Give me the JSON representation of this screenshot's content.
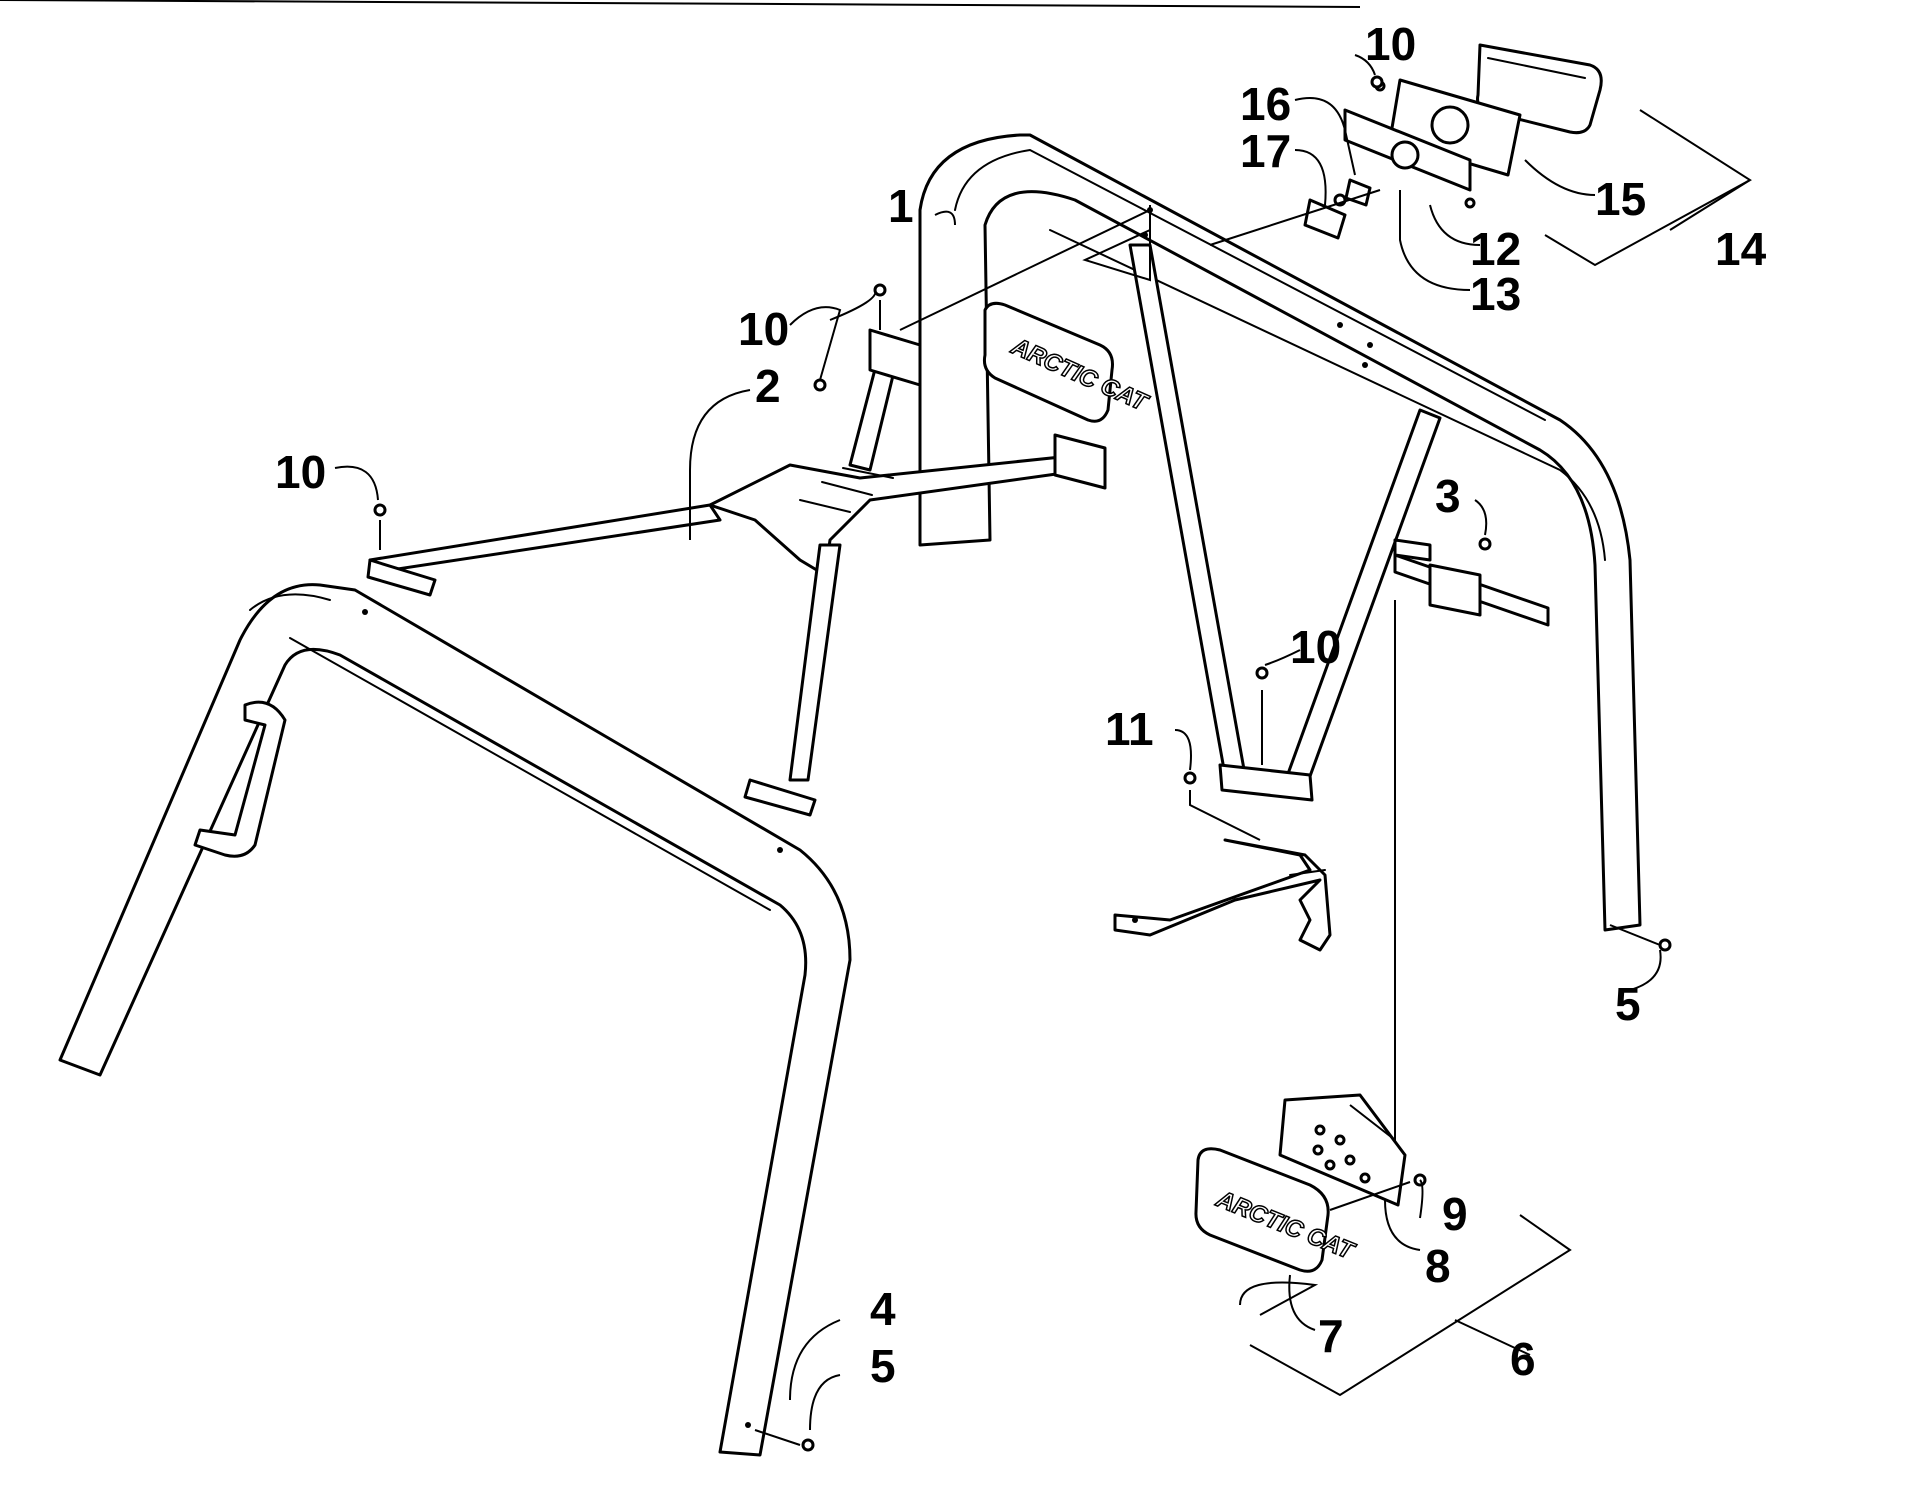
{
  "colors": {
    "line": "#000000",
    "background": "#ffffff"
  },
  "logo_text": "ARCTIC CAT",
  "callouts": [
    {
      "id": "c1",
      "label": "1"
    },
    {
      "id": "c2",
      "label": "2"
    },
    {
      "id": "c3",
      "label": "3"
    },
    {
      "id": "c4",
      "label": "4"
    },
    {
      "id": "c5a",
      "label": "5"
    },
    {
      "id": "c5b",
      "label": "5"
    },
    {
      "id": "c6",
      "label": "6"
    },
    {
      "id": "c7",
      "label": "7"
    },
    {
      "id": "c8",
      "label": "8"
    },
    {
      "id": "c9",
      "label": "9"
    },
    {
      "id": "c10a",
      "label": "10"
    },
    {
      "id": "c10b",
      "label": "10"
    },
    {
      "id": "c10c",
      "label": "10"
    },
    {
      "id": "c10d",
      "label": "10"
    },
    {
      "id": "c11",
      "label": "11"
    },
    {
      "id": "c12",
      "label": "12"
    },
    {
      "id": "c13",
      "label": "13"
    },
    {
      "id": "c14",
      "label": "14"
    },
    {
      "id": "c15",
      "label": "15"
    },
    {
      "id": "c16",
      "label": "16"
    },
    {
      "id": "c17",
      "label": "17"
    }
  ]
}
